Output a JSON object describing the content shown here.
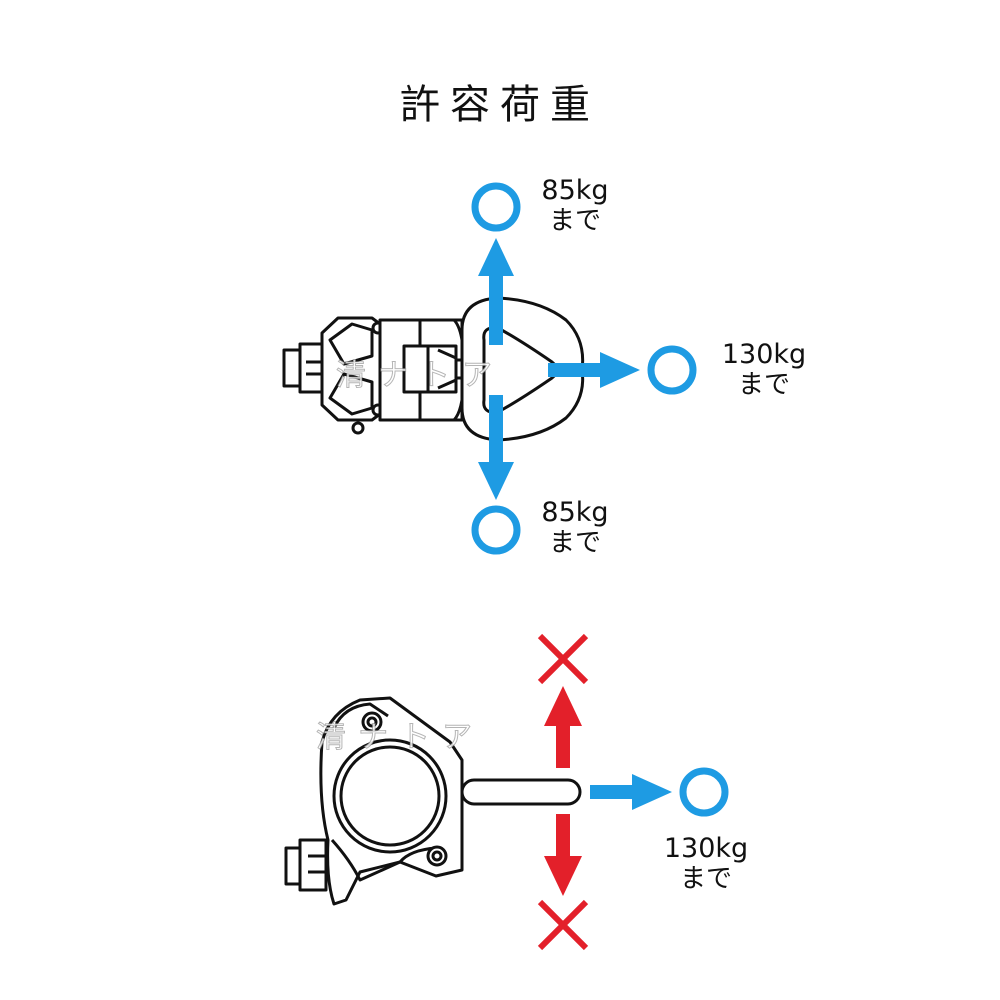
{
  "title": "許容荷重",
  "top_diagram": {
    "up": {
      "weight": "85kg",
      "suffix": "まで",
      "status": "ok"
    },
    "right": {
      "weight": "130kg",
      "suffix": "まで",
      "status": "ok"
    },
    "down": {
      "weight": "85kg",
      "suffix": "まで",
      "status": "ok"
    }
  },
  "bottom_diagram": {
    "up": {
      "status": "ng"
    },
    "right": {
      "weight": "130kg",
      "suffix": "まで",
      "status": "ok"
    },
    "down": {
      "status": "ng"
    }
  },
  "watermark": "清ナトア",
  "colors": {
    "ok": "#1e9be3",
    "ng": "#e3202a",
    "line": "#111111"
  }
}
